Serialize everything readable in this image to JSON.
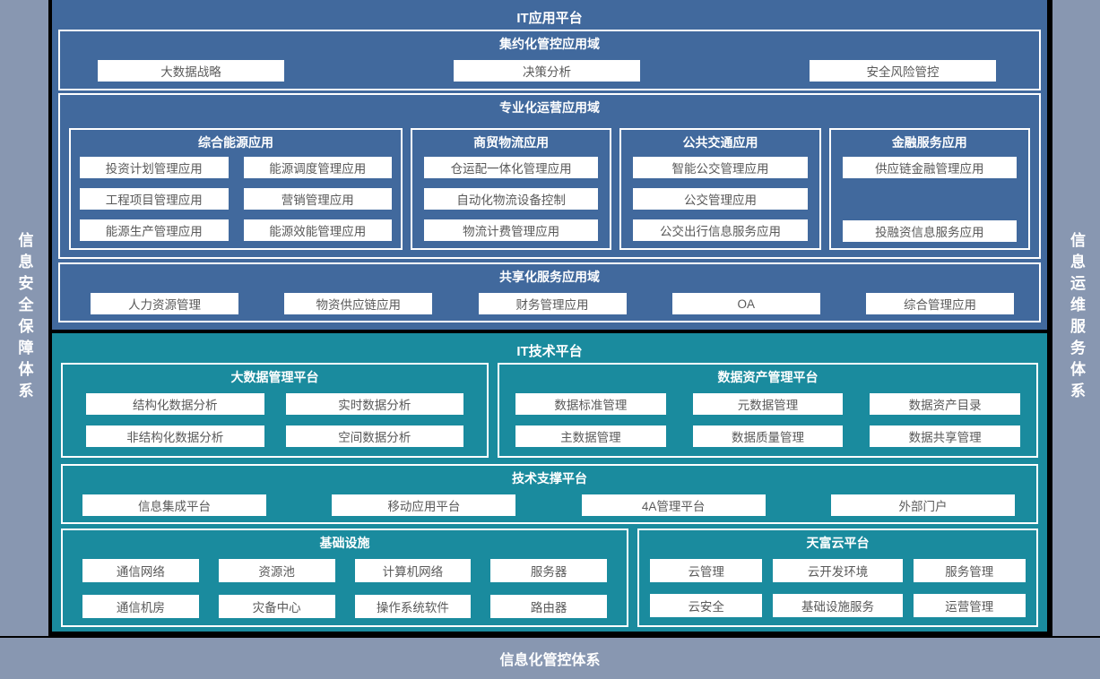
{
  "colors": {
    "background": "#000000",
    "app_platform_bg": "#41699D",
    "tech_platform_bg": "#1A8B9E",
    "sidebar_bg": "#8897B1",
    "box_bg": "#FFFFFF",
    "box_text": "#595959",
    "panel_text": "#FFFFFF"
  },
  "frame": {
    "left_sidebar": "信息安全保障体系",
    "right_sidebar": "信息运维服务体系",
    "bottom_bar": "信息化管控体系"
  },
  "app_platform": {
    "title": "IT应用平台",
    "intensive": {
      "title": "集约化管控应用域",
      "items": [
        "大数据战略",
        "决策分析",
        "安全风险管控"
      ]
    },
    "professional": {
      "title": "专业化运营应用域",
      "energy": {
        "title": "综合能源应用",
        "items": [
          "投资计划管理应用",
          "能源调度管理应用",
          "工程项目管理应用",
          "营销管理应用",
          "能源生产管理应用",
          "能源效能管理应用"
        ]
      },
      "logistics": {
        "title": "商贸物流应用",
        "items": [
          "仓运配一体化管理应用",
          "自动化物流设备控制",
          "物流计费管理应用"
        ]
      },
      "transport": {
        "title": "公共交通应用",
        "items": [
          "智能公交管理应用",
          "公交管理应用",
          "公交出行信息服务应用"
        ]
      },
      "finance": {
        "title": "金融服务应用",
        "items": [
          "供应链金融管理应用",
          "投融资信息服务应用"
        ]
      }
    },
    "shared": {
      "title": "共享化服务应用域",
      "items": [
        "人力资源管理",
        "物资供应链应用",
        "财务管理应用",
        "OA",
        "综合管理应用"
      ]
    }
  },
  "tech_platform": {
    "title": "IT技术平台",
    "bigdata": {
      "title": "大数据管理平台",
      "items": [
        "结构化数据分析",
        "实时数据分析",
        "非结构化数据分析",
        "空间数据分析"
      ]
    },
    "data_asset": {
      "title": "数据资产管理平台",
      "items": [
        "数据标准管理",
        "元数据管理",
        "数据资产目录",
        "主数据管理",
        "数据质量管理",
        "数据共享管理"
      ]
    },
    "tech_support": {
      "title": "技术支撑平台",
      "items": [
        "信息集成平台",
        "移动应用平台",
        "4A管理平台",
        "外部门户"
      ]
    },
    "infrastructure": {
      "title": "基础设施",
      "items": [
        "通信网络",
        "资源池",
        "计算机网络",
        "服务器",
        "通信机房",
        "灾备中心",
        "操作系统软件",
        "路由器"
      ]
    },
    "cloud": {
      "title": "天富云平台",
      "items": [
        "云管理",
        "云开发环境",
        "服务管理",
        "云安全",
        "基础设施服务",
        "运营管理"
      ]
    }
  }
}
